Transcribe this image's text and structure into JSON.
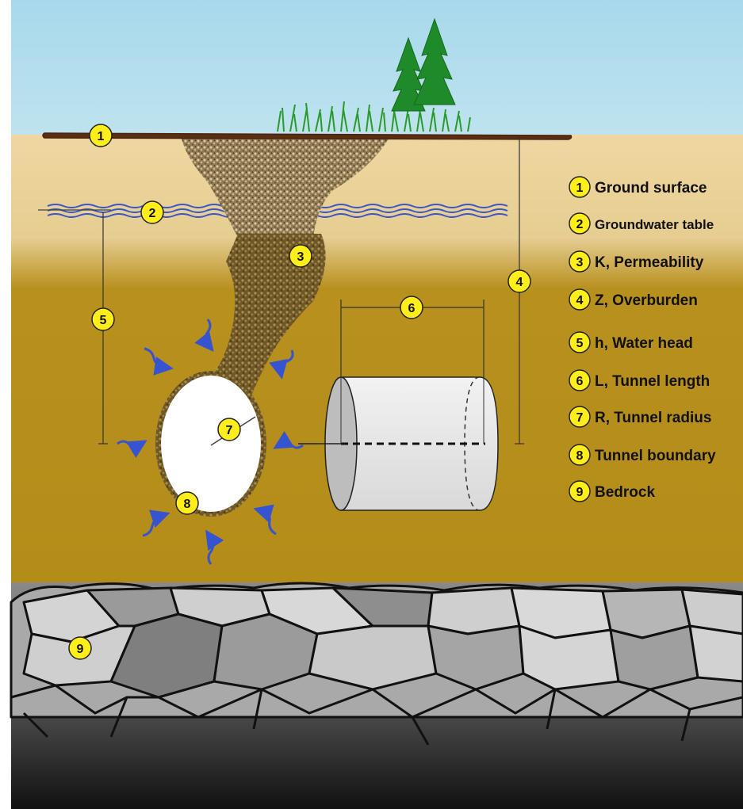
{
  "legend": [
    {
      "num": "1",
      "text": "Ground surface"
    },
    {
      "num": "2",
      "text": "Groundwater table"
    },
    {
      "num": "3",
      "text": "K, Permeability"
    },
    {
      "num": "4",
      "text": "Z, Overburden"
    },
    {
      "num": "5",
      "text": "h, Water head"
    },
    {
      "num": "6",
      "text": "L, Tunnel length"
    },
    {
      "num": "7",
      "text": "R, Tunnel radius"
    },
    {
      "num": "8",
      "text": "Tunnel boundary"
    },
    {
      "num": "9",
      "text": "Bedrock"
    }
  ],
  "markers": {
    "m1": "1",
    "m2": "2",
    "m3": "3",
    "m4": "4",
    "m5": "5",
    "m6": "6",
    "m7": "7",
    "m8": "8",
    "m9": "9"
  },
  "colors": {
    "sky": "#a9dcee",
    "topsoil": "#ecd49a",
    "soil": "#b9901c",
    "ground_line": "#5a2e12",
    "water": "#3a56c8",
    "marker": "#ffee1a",
    "bedrock_light": "#d6d6d6",
    "bedrock_mid": "#a6a6a6",
    "bedrock_dark": "#7a7a7a"
  }
}
